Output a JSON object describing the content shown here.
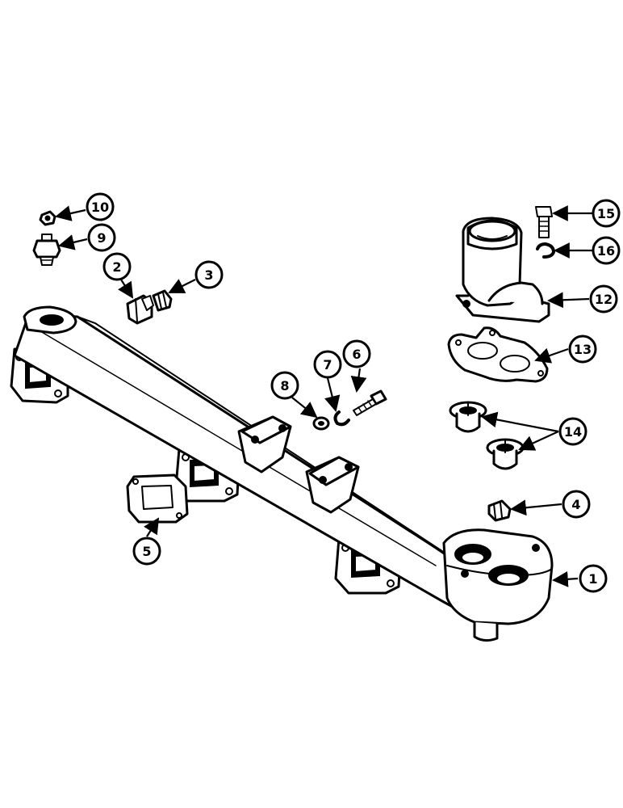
{
  "callouts": [
    {
      "key": "c1",
      "label": "1"
    },
    {
      "key": "c2",
      "label": "2"
    },
    {
      "key": "c3",
      "label": "3"
    },
    {
      "key": "c4",
      "label": "4"
    },
    {
      "key": "c5",
      "label": "5"
    },
    {
      "key": "c6",
      "label": "6"
    },
    {
      "key": "c7",
      "label": "7"
    },
    {
      "key": "c8",
      "label": "8"
    },
    {
      "key": "c9",
      "label": "9"
    },
    {
      "key": "c10",
      "label": "10"
    },
    {
      "key": "c12",
      "label": "12"
    },
    {
      "key": "c13",
      "label": "13"
    },
    {
      "key": "c14",
      "label": "14"
    },
    {
      "key": "c15",
      "label": "15"
    },
    {
      "key": "c16",
      "label": "16"
    }
  ],
  "style": {
    "line_color": "#000000",
    "background": "#ffffff"
  }
}
